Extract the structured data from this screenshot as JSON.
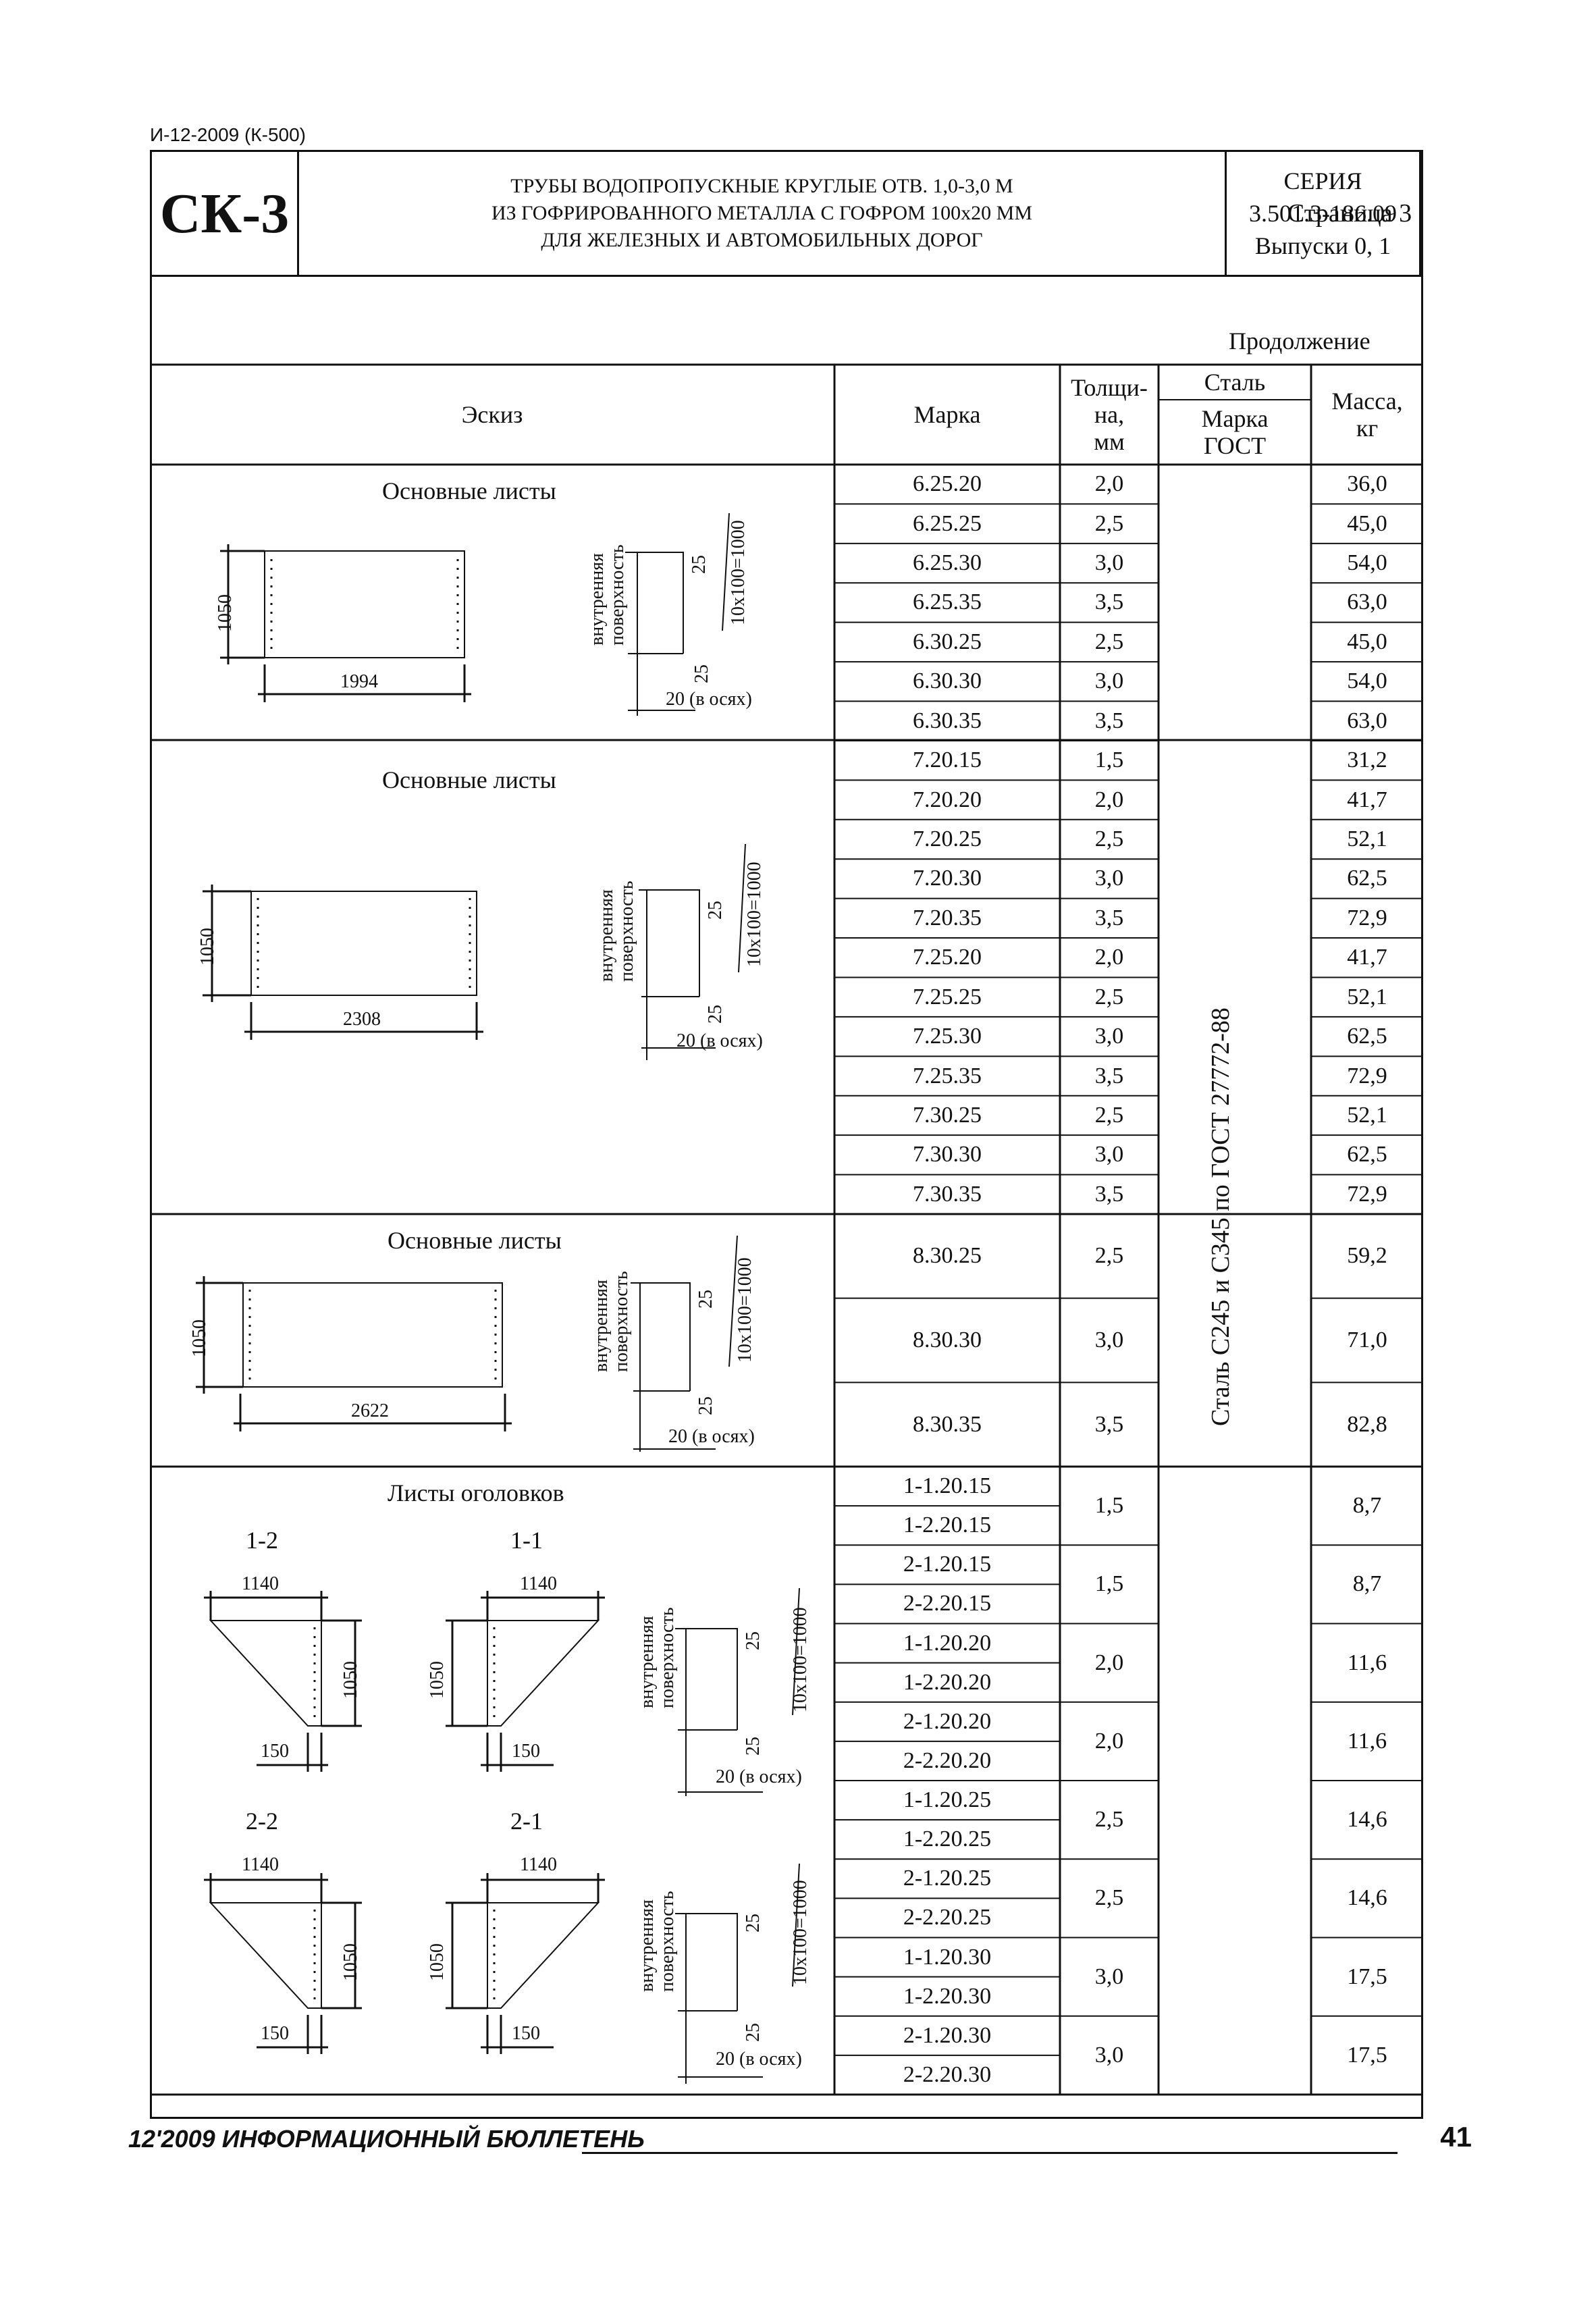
{
  "doc_id": "И-12-2009 (К-500)",
  "header": {
    "code": "СК-3",
    "title_lines": [
      "ТРУБЫ ВОДОПРОПУСКНЫЕ КРУГЛЫЕ ОТВ. 1,0-3,0 М",
      "ИЗ ГОФРИРОВАННОГО МЕТАЛЛА С ГОФРОМ 100х20 ММ",
      "ДЛЯ ЖЕЛЕЗНЫХ И АВТОМОБИЛЬНЫХ ДОРОГ"
    ],
    "series_lines": [
      "СЕРИЯ",
      "3.501.3-186.09",
      "Выпуски 0, 1"
    ],
    "page_label": "Страница 3"
  },
  "continuation": "Продолжение",
  "columns": {
    "sketch": "Эскиз",
    "mark": "Марка",
    "thickness_lines": [
      "Толщи-",
      "на,",
      "мм"
    ],
    "steel": "Сталь",
    "steel_sub_lines": [
      "Марка",
      "ГОСТ"
    ],
    "mass_lines": [
      "Масса,",
      "кг"
    ]
  },
  "steel_spec": "Сталь С245 и С345 по ГОСТ 27772-88",
  "sketch_labels": {
    "surface_top": "внутренняя",
    "surface_bottom": "поверхность",
    "pitch": "10х100=1000",
    "d25": "25",
    "axes": "20 (в осях)",
    "height": "1050"
  },
  "sections": [
    {
      "title": "Основные листы",
      "width": "1994"
    },
    {
      "title": "Основные листы",
      "width": "2308"
    },
    {
      "title": "Основные листы",
      "width": "2622"
    },
    {
      "title": "Листы оголовков",
      "labels": [
        "1-2",
        "1-1",
        "2-2",
        "2-1"
      ],
      "top_w": "1140",
      "bottom_w": "150"
    }
  ],
  "rows_main": [
    {
      "mark": "6.25.20",
      "t": "2,0",
      "m": "36,0"
    },
    {
      "mark": "6.25.25",
      "t": "2,5",
      "m": "45,0"
    },
    {
      "mark": "6.25.30",
      "t": "3,0",
      "m": "54,0"
    },
    {
      "mark": "6.25.35",
      "t": "3,5",
      "m": "63,0"
    },
    {
      "mark": "6.30.25",
      "t": "2,5",
      "m": "45,0"
    },
    {
      "mark": "6.30.30",
      "t": "3,0",
      "m": "54,0"
    },
    {
      "mark": "6.30.35",
      "t": "3,5",
      "m": "63,0"
    },
    {
      "mark": "7.20.15",
      "t": "1,5",
      "m": "31,2"
    },
    {
      "mark": "7.20.20",
      "t": "2,0",
      "m": "41,7"
    },
    {
      "mark": "7.20.25",
      "t": "2,5",
      "m": "52,1"
    },
    {
      "mark": "7.20.30",
      "t": "3,0",
      "m": "62,5"
    },
    {
      "mark": "7.20.35",
      "t": "3,5",
      "m": "72,9"
    },
    {
      "mark": "7.25.20",
      "t": "2,0",
      "m": "41,7"
    },
    {
      "mark": "7.25.25",
      "t": "2,5",
      "m": "52,1"
    },
    {
      "mark": "7.25.30",
      "t": "3,0",
      "m": "62,5"
    },
    {
      "mark": "7.25.35",
      "t": "3,5",
      "m": "72,9"
    },
    {
      "mark": "7.30.25",
      "t": "2,5",
      "m": "52,1"
    },
    {
      "mark": "7.30.30",
      "t": "3,0",
      "m": "62,5"
    },
    {
      "mark": "7.30.35",
      "t": "3,5",
      "m": "72,9"
    }
  ],
  "rows_8": [
    {
      "mark": "8.30.25",
      "t": "2,5",
      "m": "59,2"
    },
    {
      "mark": "8.30.30",
      "t": "3,0",
      "m": "71,0"
    },
    {
      "mark": "8.30.35",
      "t": "3,5",
      "m": "82,8"
    }
  ],
  "rows_head": [
    {
      "marks": [
        "1-1.20.15",
        "1-2.20.15"
      ],
      "t": "1,5",
      "m": "8,7"
    },
    {
      "marks": [
        "2-1.20.15",
        "2-2.20.15"
      ],
      "t": "1,5",
      "m": "8,7"
    },
    {
      "marks": [
        "1-1.20.20",
        "1-2.20.20"
      ],
      "t": "2,0",
      "m": "11,6"
    },
    {
      "marks": [
        "2-1.20.20",
        "2-2.20.20"
      ],
      "t": "2,0",
      "m": "11,6"
    },
    {
      "marks": [
        "1-1.20.25",
        "1-2.20.25"
      ],
      "t": "2,5",
      "m": "14,6"
    },
    {
      "marks": [
        "2-1.20.25",
        "2-2.20.25"
      ],
      "t": "2,5",
      "m": "14,6"
    },
    {
      "marks": [
        "1-1.20.30",
        "1-2.20.30"
      ],
      "t": "3,0",
      "m": "17,5"
    },
    {
      "marks": [
        "2-1.20.30",
        "2-2.20.30"
      ],
      "t": "3,0",
      "m": "17,5"
    }
  ],
  "footer": {
    "text": "12'2009 ИНФОРМАЦИОННЫЙ БЮЛЛЕТЕНЬ",
    "page": "41"
  }
}
